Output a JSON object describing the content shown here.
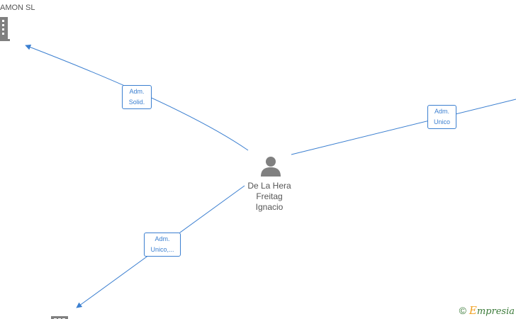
{
  "nodes": {
    "company_top": {
      "label": "AMON SL",
      "icon": "building-icon"
    },
    "company_bottom": {
      "label": "",
      "icon": "building-icon"
    },
    "person": {
      "icon": "person-icon",
      "name_lines": [
        "De La Hera",
        "Freitag",
        "Ignacio"
      ]
    }
  },
  "edges": {
    "to_top": {
      "lines": [
        "Adm.",
        "Solid."
      ]
    },
    "to_right": {
      "lines": [
        "Adm.",
        "Unico"
      ]
    },
    "to_bottom": {
      "lines": [
        "Adm.",
        "Unico,..."
      ]
    }
  },
  "colors": {
    "edge": "#3b7fd0",
    "icon": "#808080",
    "text": "#555555"
  },
  "watermark": {
    "symbol": "©",
    "brand_first": "E",
    "brand_rest": "mpresia"
  }
}
